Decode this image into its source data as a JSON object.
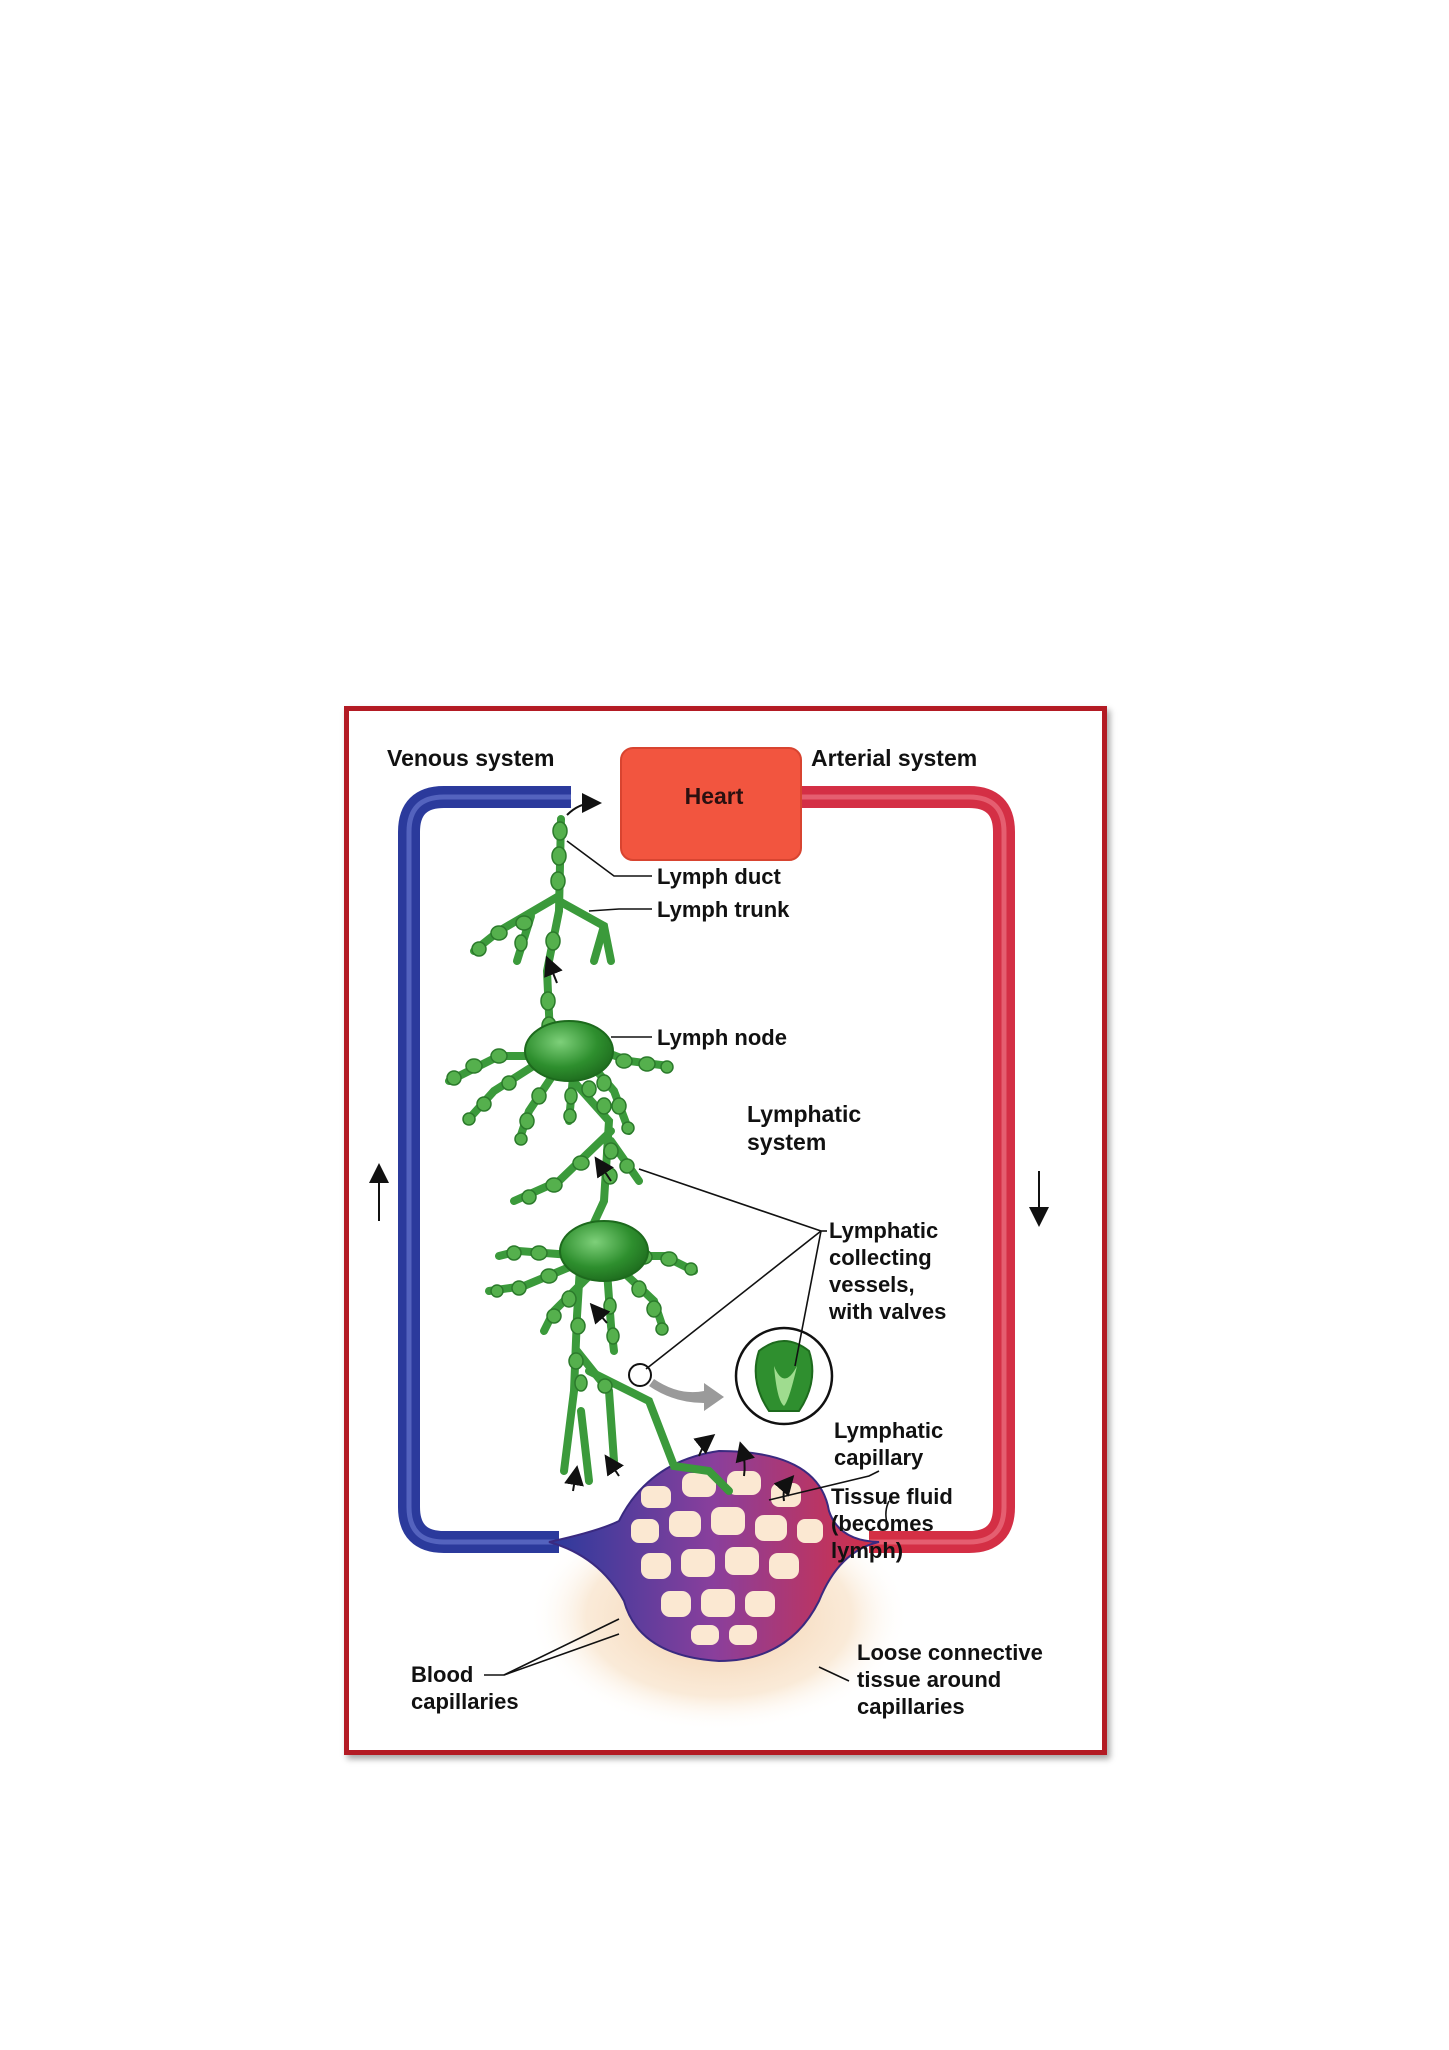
{
  "frame_color": "#b31b24",
  "colors": {
    "venous": "#2b3a9c",
    "arterial": "#d42f45",
    "heart": "#f2553f",
    "lymph": "#3b9a3b",
    "lymph_node": "#2f8f2f",
    "tissue_glow": "#f6d9b8"
  },
  "labels": {
    "venous_system": "Venous system",
    "arterial_system": "Arterial system",
    "heart": "Heart",
    "lymph_duct": "Lymph duct",
    "lymph_trunk": "Lymph trunk",
    "lymph_node": "Lymph node",
    "lymphatic_system_1": "Lymphatic",
    "lymphatic_system_2": "system",
    "collecting_1": "Lymphatic",
    "collecting_2": "collecting",
    "collecting_3": "vessels,",
    "collecting_4": "with valves",
    "capillary_1": "Lymphatic",
    "capillary_2": "capillary",
    "tissue_1": "Tissue fluid",
    "tissue_2": "(becomes",
    "tissue_3": "lymph)",
    "blood_cap_1": "Blood",
    "blood_cap_2": "capillaries",
    "loose_1": "Loose connective",
    "loose_2": "tissue around",
    "loose_3": "capillaries"
  }
}
